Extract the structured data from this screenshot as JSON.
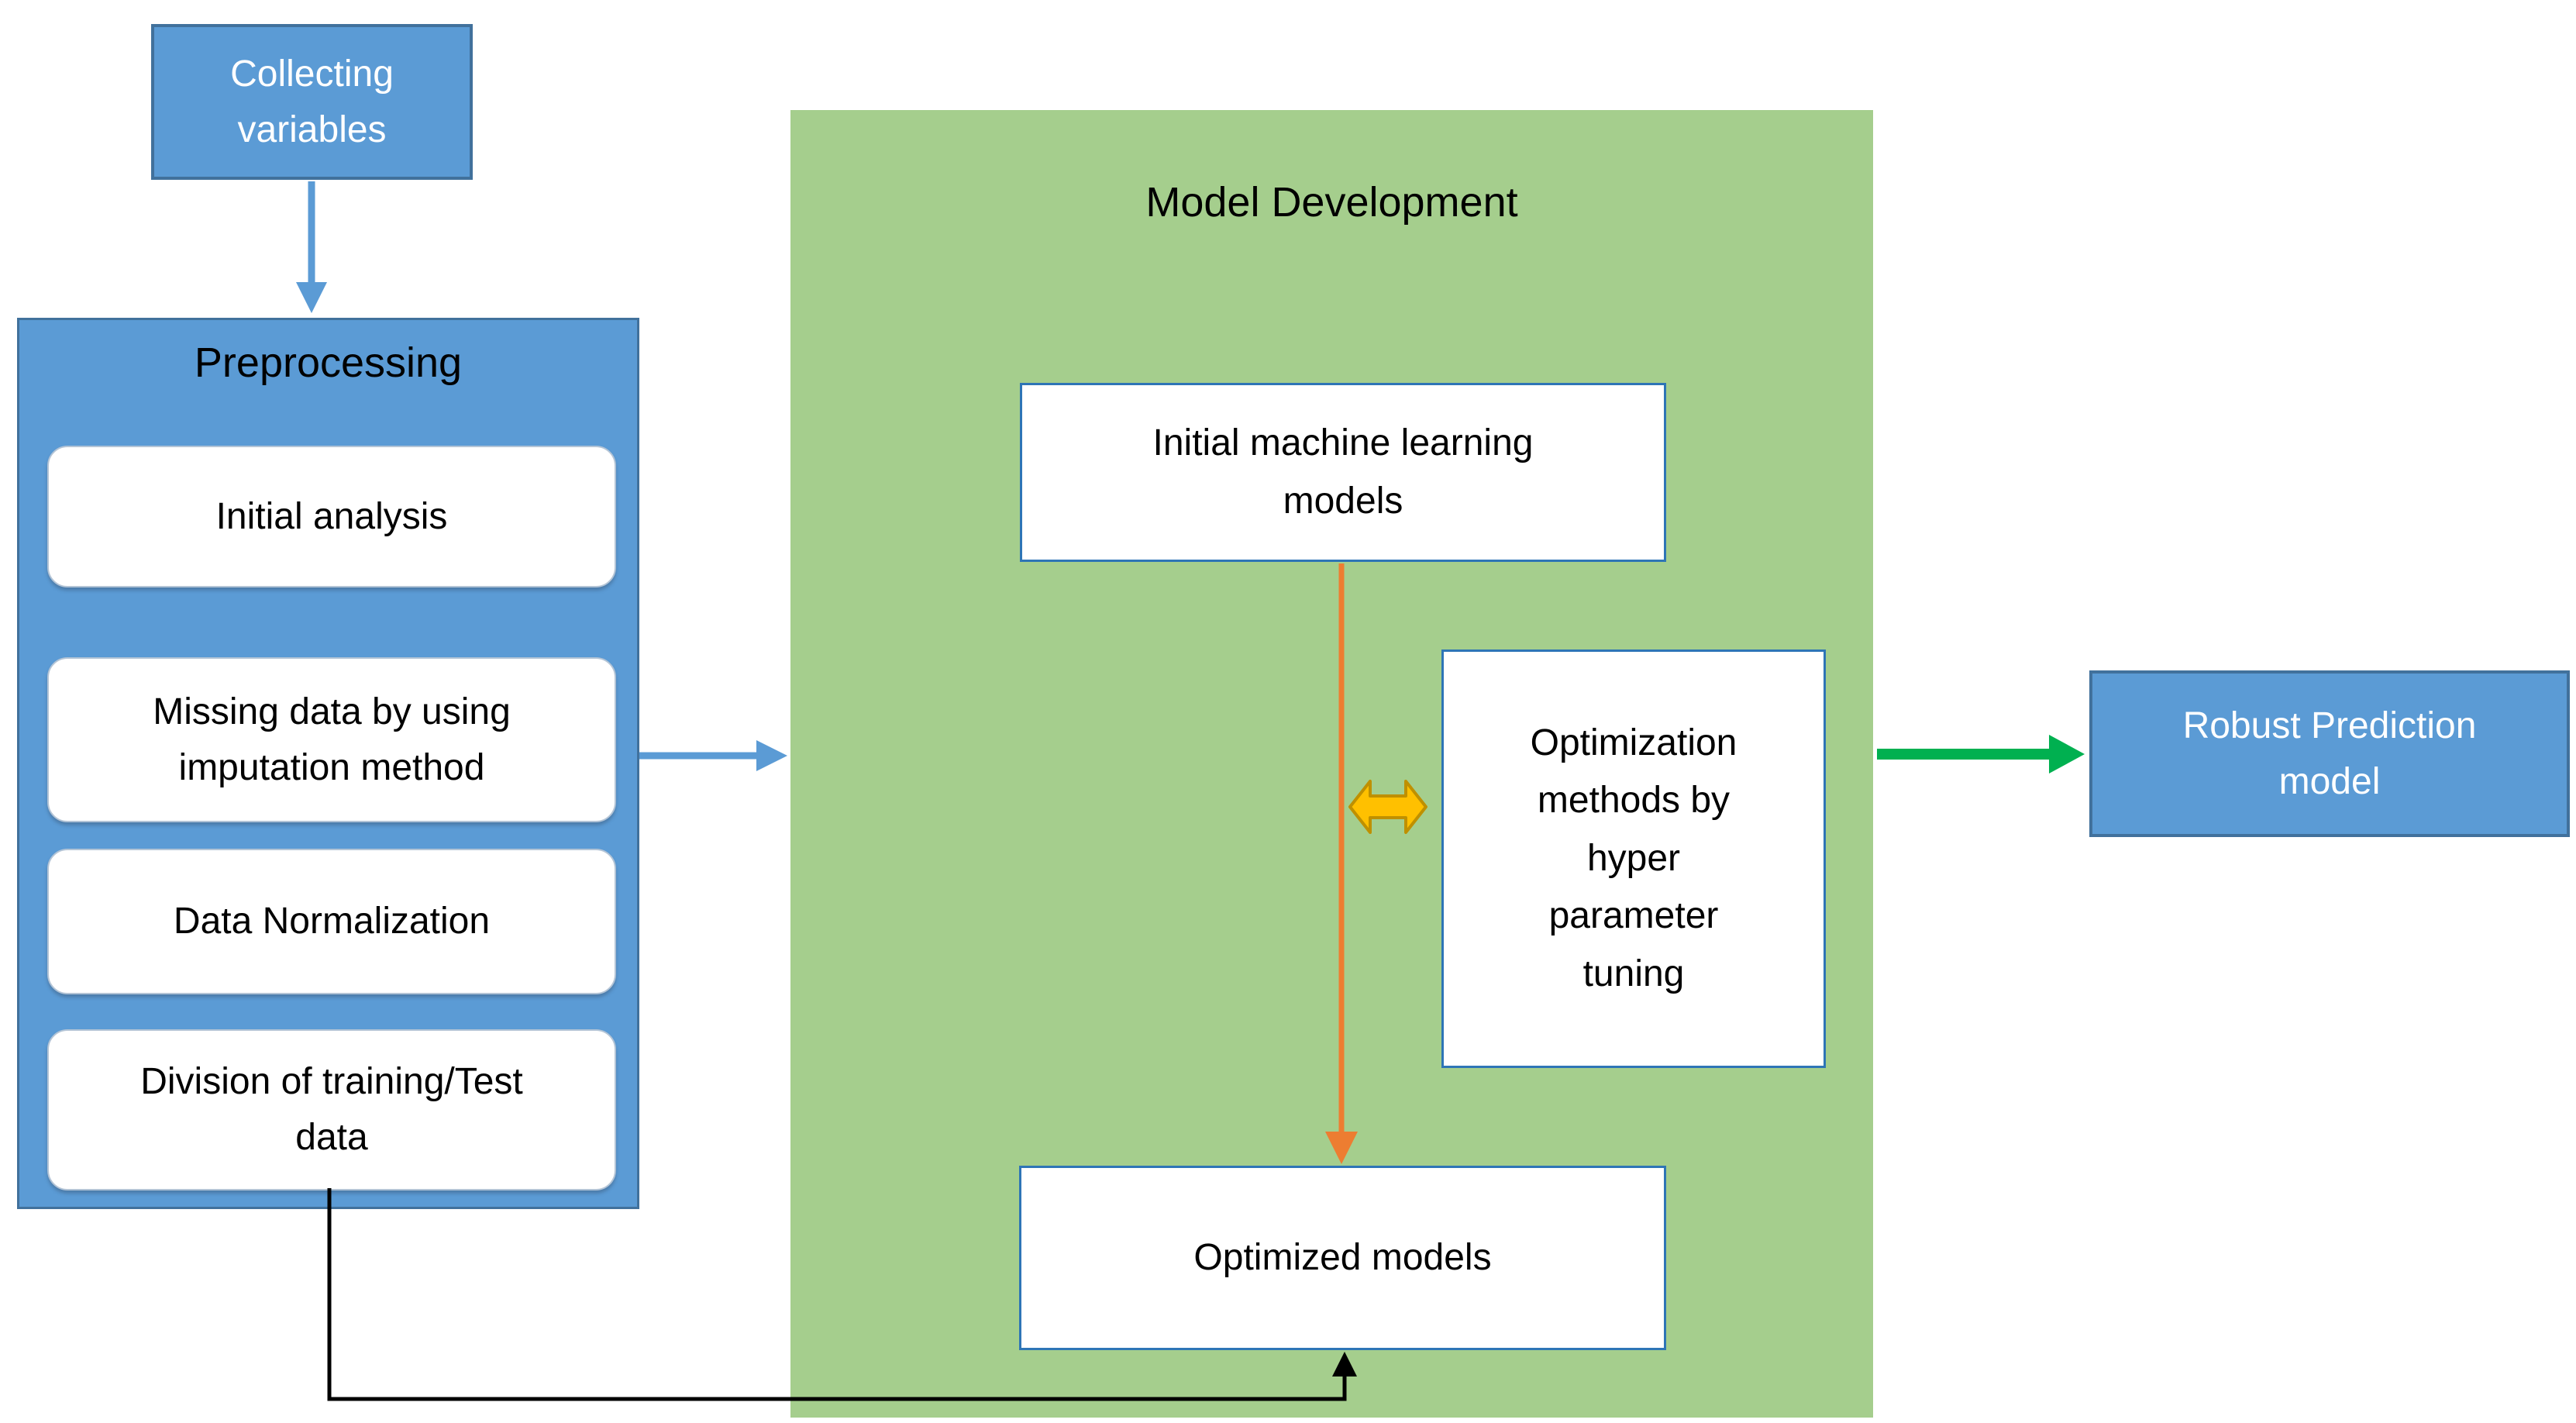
{
  "diagram": {
    "collecting_variables": {
      "label": "Collecting\nvariables"
    },
    "preprocessing": {
      "title": "Preprocessing",
      "steps": [
        {
          "label": "Initial analysis"
        },
        {
          "label": "Missing data by using\nimputation method"
        },
        {
          "label": "Data Normalization"
        },
        {
          "label": "Division of training/Test\ndata"
        }
      ]
    },
    "model_development": {
      "title": "Model Development",
      "initial_models_label": "Initial machine learning\nmodels",
      "optimization_label": "Optimization\nmethods by\nhyper\nparameter\ntuning",
      "optimized_models_label": "Optimized models"
    },
    "robust_prediction": {
      "label": "Robust Prediction\nmodel"
    }
  },
  "colors": {
    "box_blue": "#5B9BD5",
    "box_blue_border": "#41719C",
    "panel_green": "#A5CE8D",
    "white_box_border": "#2E75B6",
    "arrow_blue": "#5B9BD5",
    "arrow_orange": "#ED7D31",
    "arrow_green": "#00B050",
    "arrow_black": "#000000",
    "double_arrow_fill": "#FFC000",
    "double_arrow_border": "#BF9000",
    "text_dark": "#000000",
    "text_light": "#FFFFFF"
  }
}
